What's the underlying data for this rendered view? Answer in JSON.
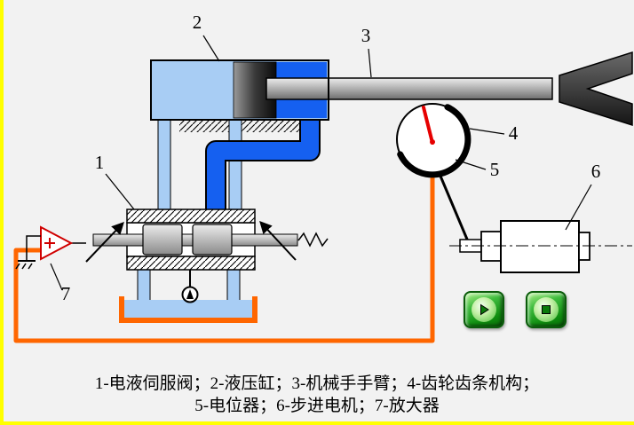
{
  "window": {
    "background": "#f2f2f2",
    "frame_color": "#ffff00"
  },
  "colors": {
    "pipe_light_blue": "#a8cdf4",
    "pipe_dark_blue": "#1560f0",
    "wire_orange": "#ff6600",
    "needle_red": "#e60000",
    "amplifier_red": "#d00000",
    "button_green": "#0e8c0e",
    "metal_gray": "#b5b5b5"
  },
  "labels": {
    "n1": "1",
    "n2": "2",
    "n3": "3",
    "n4": "4",
    "n5": "5",
    "n6": "6",
    "n7": "7"
  },
  "caption": {
    "line1": "1-电液伺服阀；2-液压缸；3-机械手手臂；4-齿轮齿条机构；",
    "line2": "5-电位器；6-步进电机；7-放大器"
  },
  "icons": {
    "play": "play-icon",
    "stop": "stop-icon"
  }
}
